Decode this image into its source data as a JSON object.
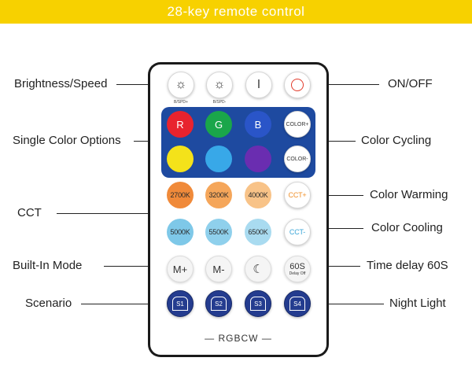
{
  "title": "28-key remote control",
  "callouts": {
    "brightness": "Brightness/Speed",
    "single_color": "Single Color Options",
    "cct": "CCT",
    "builtin": "Built-In Mode",
    "scenario": "Scenario",
    "onoff": "ON/OFF",
    "cycling": "Color Cycling",
    "warming": "Color Warming",
    "cooling": "Color Cooling",
    "delay": "Time delay 60S",
    "night": "Night Light"
  },
  "keys": {
    "bspd_plus": "B/SPD+",
    "bspd_minus": "B/SPD-",
    "on": "I",
    "r": "R",
    "g": "G",
    "b": "B",
    "color_plus": "COLOR+",
    "color_minus": "COLOR-",
    "k2700": "2700K",
    "k3200": "3200K",
    "k4000": "4000K",
    "cct_plus": "CCT+",
    "k5000": "5000K",
    "k5500": "5500K",
    "k6500": "6500K",
    "cct_minus": "CCT-",
    "m_plus": "M+",
    "m_minus": "M-",
    "delay_main": "60S",
    "delay_sub": "Delay Off",
    "s1": "S1",
    "s2": "S2",
    "s3": "S3",
    "s4": "S4"
  },
  "brand": "— RGBCW —",
  "colors": {
    "banner": "#f7d100",
    "panel": "#1e4aa0",
    "red": "#e8232e",
    "green": "#1aa64a",
    "blue": "#2a55c8",
    "yellow": "#f4e21a",
    "cyan": "#38a8e8",
    "purple": "#6a2db0",
    "warm_2700": "#f08a3a",
    "warm_3200": "#f5a65a",
    "warm_4000": "#f8c388",
    "cool_5000": "#7ec8e8",
    "cool_5500": "#8fd0ec",
    "cool_6500": "#a9dbf0",
    "scenario": "#243c8f"
  }
}
